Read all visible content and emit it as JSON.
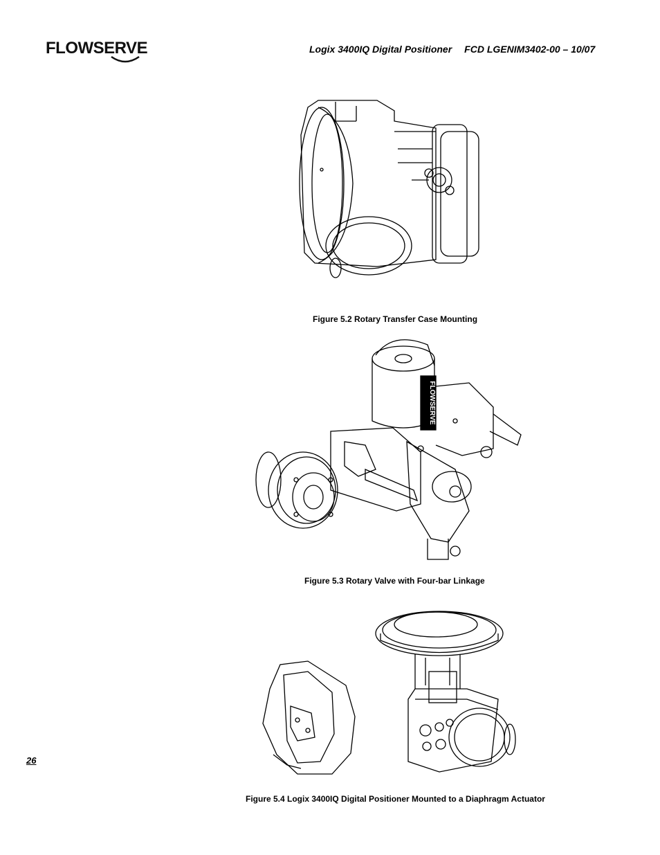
{
  "header": {
    "logo_text": "FLOWSERVE",
    "product": "Logix 3400IQ Digital Positioner",
    "doc_code": "FCD LGENIM3402-00 – 10/07"
  },
  "figures": [
    {
      "caption": "Figure 5.2 Rotary Transfer Case Mounting"
    },
    {
      "caption": "Figure 5.3 Rotary Valve with Four-bar Linkage",
      "label": "FLOWSERVE"
    },
    {
      "caption": "Figure 5.4 Logix 3400IQ Digital Positioner Mounted to a Diaphragm Actuator"
    }
  ],
  "page_number": "26"
}
